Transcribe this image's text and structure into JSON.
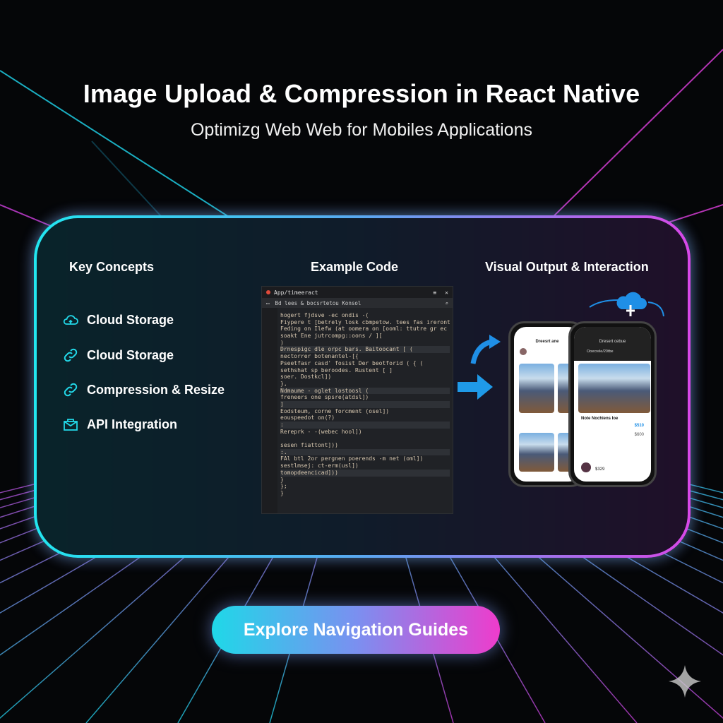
{
  "header": {
    "title": "Image Upload & Compression in React Native",
    "subtitle": "Optimizg Web Web for Mobiles Applications"
  },
  "columns": {
    "concepts": "Key Concepts",
    "code": "Example Code",
    "output": "Visual Output & Interaction"
  },
  "concepts": [
    {
      "icon": "cloud-upload-icon",
      "label": "Cloud Storage"
    },
    {
      "icon": "link-icon",
      "label": "Cloud Storage"
    },
    {
      "icon": "link-icon",
      "label": "Compression & Resize"
    },
    {
      "icon": "envelope-icon",
      "label": "API Integration"
    }
  ],
  "code_editor": {
    "title": "App/timeeract",
    "search_bar": "Bd lees & bocsrtetou Konsol",
    "lines": [
      "hogert fjdsve -ec ondis -(",
      "Fiypere t [betrely losk cbmpetow. tees fas ireront sner])",
      "Feding on Ilefw (at oomera on [ooml: ttutre gr ec fpox t,tbnes)",
      "soakt Ene jutrcompg::oons / ][",
      ")",
      "Drnespigc dle orpc bars. Baitoocant [ (",
      "nectorrer botenantel-[{",
      "    Pseetfasr casd' fosist Der beotforid ( { (",
      "    sethshat sp beroodes. Rustent [ ]",
      "    soer. Dostkcl])",
      "},",
      "Ndmaume - oglet lostoosl (",
      "freneers one spsre(atdsl])",
      "]",
      "    Eodsteum, corne forcment (osel])",
      "    eouspeedot on(?)",
      "  :",
      "    Rereprk - -(webec hool])",
      "",
      "    sesen fiattont]))",
      ":.",
      "    FAl btl 2or pergnen poerends -m net (oml])",
      "    sestlmsej: ct-erm(usl])",
      "    tomopdeencicad]))",
      "  }",
      "};",
      "}"
    ]
  },
  "phone_left": {
    "header": "Dreesrt ane"
  },
  "phone_right": {
    "header": "Dresert cebue",
    "user": "Ooecrele/20tbe",
    "item_title": "Note Nochiens Ioe",
    "price1": "$510",
    "price2": "$600",
    "price3": "$329"
  },
  "cta": {
    "label": "Explore Navigation Guides"
  },
  "colors": {
    "cyan": "#22e6f0",
    "magenta": "#e040e0",
    "blue": "#1f8fe6"
  }
}
